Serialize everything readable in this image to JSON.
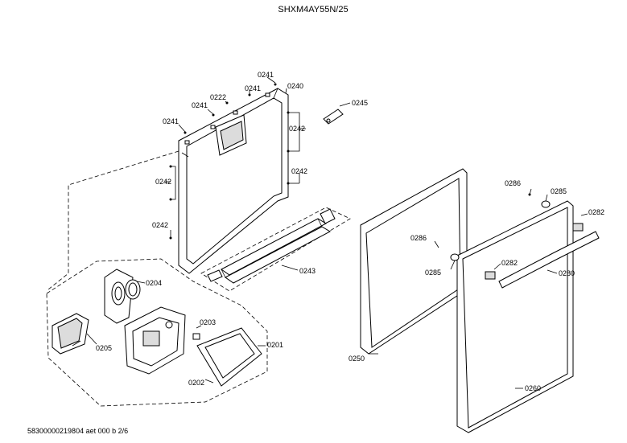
{
  "header": {
    "model": "SHXM4AY55N/25"
  },
  "footer": {
    "doc_code": "58300000219804 aet 000 b 2/6"
  },
  "labels": {
    "p0241_a": "0241",
    "p0241_b": "0241",
    "p0241_c": "0241",
    "p0241_d": "0241",
    "p0222": "0222",
    "p0240": "0240",
    "p0245": "0245",
    "p0242_a": "0242",
    "p0242_b": "0242",
    "p0242_c": "0242",
    "p0242_d": "0242",
    "p0243": "0243",
    "p0204": "0204",
    "p0205": "0205",
    "p0203": "0203",
    "p0201": "0201",
    "p0202": "0202",
    "p0286_a": "0286",
    "p0285_a": "0285",
    "p0282_a": "0282",
    "p0286_b": "0286",
    "p0285_b": "0285",
    "p0282_b": "0282",
    "p0280": "0280",
    "p0250": "0250",
    "p0260": "0260"
  }
}
